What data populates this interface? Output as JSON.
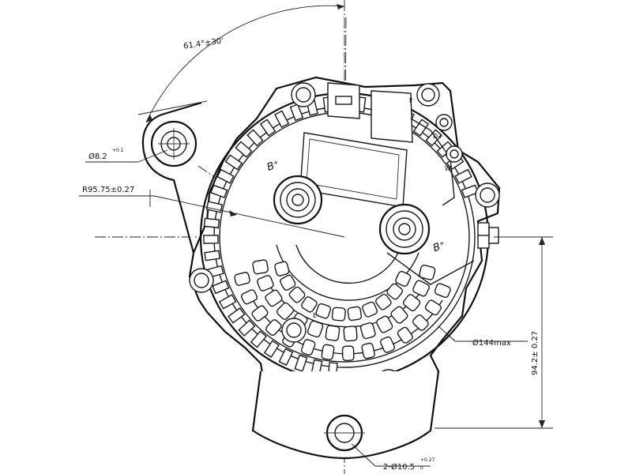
{
  "dimensions": {
    "angle": "61.4°±30'",
    "hole_small_main": "Ø8.2",
    "hole_small_tol": "+0.1",
    "radius": "R95.75±0.27",
    "diameter_max": "Ø144max",
    "vertical_offset": "94.2± 0.27",
    "mount_hole_main": "2-Ø10.5",
    "mount_hole_tol_upper": "+0.27",
    "mount_hole_tol_lower": "0"
  },
  "terminals": {
    "b_plus_upper": "B⁺",
    "b_plus_right": "B⁺",
    "e": "E",
    "f": "F",
    "d": "D+",
    "w": "W",
    "ground": "E"
  },
  "colors": {
    "line": "#1a1a1a",
    "background": "#ffffff"
  }
}
